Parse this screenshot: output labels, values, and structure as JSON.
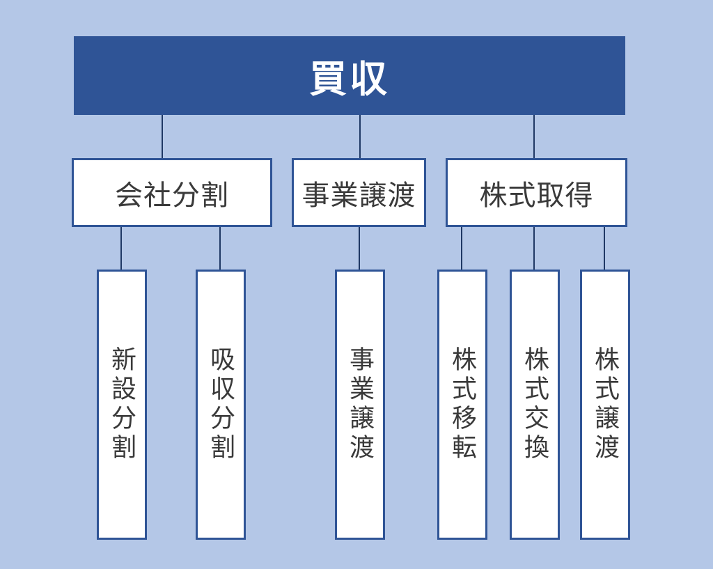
{
  "colors": {
    "background": "#B4C7E7",
    "root_fill": "#2F5496",
    "root_text": "#FFFFFF",
    "box_fill": "#FFFFFF",
    "box_border": "#2F5496",
    "connector": "#1F3864",
    "label_text": "#3A3A3A"
  },
  "tree": {
    "label": "買収",
    "children": [
      {
        "label": "会社分割",
        "children": [
          {
            "label": "新設分割"
          },
          {
            "label": "吸収分割"
          }
        ]
      },
      {
        "label": "事業譲渡",
        "children": [
          {
            "label": "事業譲渡"
          }
        ]
      },
      {
        "label": "株式取得",
        "children": [
          {
            "label": "株式移転"
          },
          {
            "label": "株式交換"
          },
          {
            "label": "株式譲渡"
          }
        ]
      }
    ]
  }
}
